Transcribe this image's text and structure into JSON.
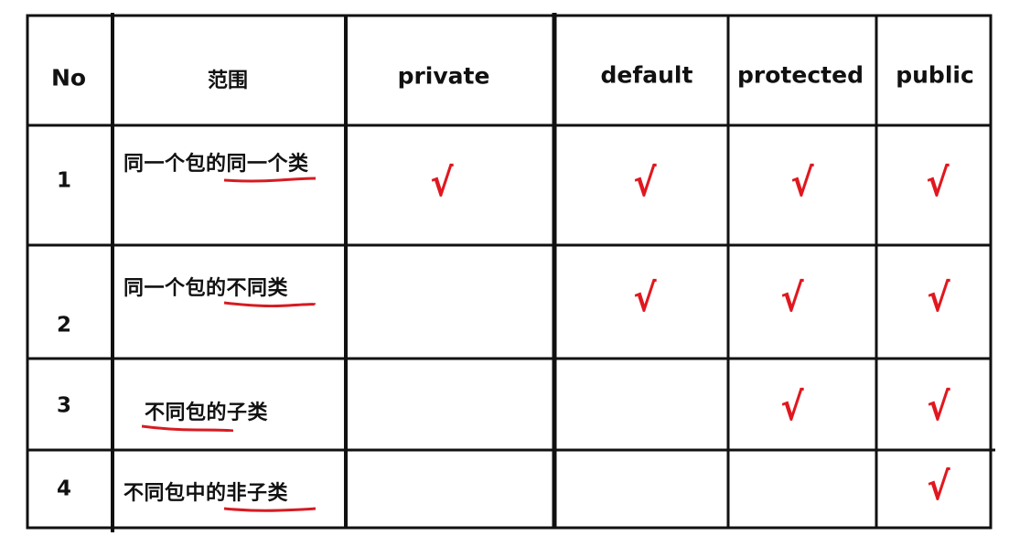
{
  "table": {
    "headers": [
      "No",
      "范围",
      "private",
      "default",
      "protected",
      "public"
    ],
    "rows": [
      {
        "no": "1",
        "scope_plain": "同一个包的",
        "scope_marked": "同一个类",
        "scope_tail": "",
        "checks": [
          "√",
          "√",
          "√",
          "√"
        ]
      },
      {
        "no": "2",
        "scope_plain": "同一个包的",
        "scope_marked": "不同类",
        "scope_tail": "",
        "checks": [
          "",
          "√",
          "√",
          "√"
        ]
      },
      {
        "no": "3",
        "scope_plain": "",
        "scope_marked": "不同包",
        "scope_tail": "的子类",
        "checks": [
          "",
          "",
          "√",
          "√"
        ]
      },
      {
        "no": "4",
        "scope_plain": "不同包中的",
        "scope_marked": "非子类",
        "scope_tail": "",
        "checks": [
          "",
          "",
          "",
          "√"
        ]
      }
    ]
  },
  "colors": {
    "grid": "#111111",
    "check": "#e0181f",
    "underline": "#d61b22"
  }
}
